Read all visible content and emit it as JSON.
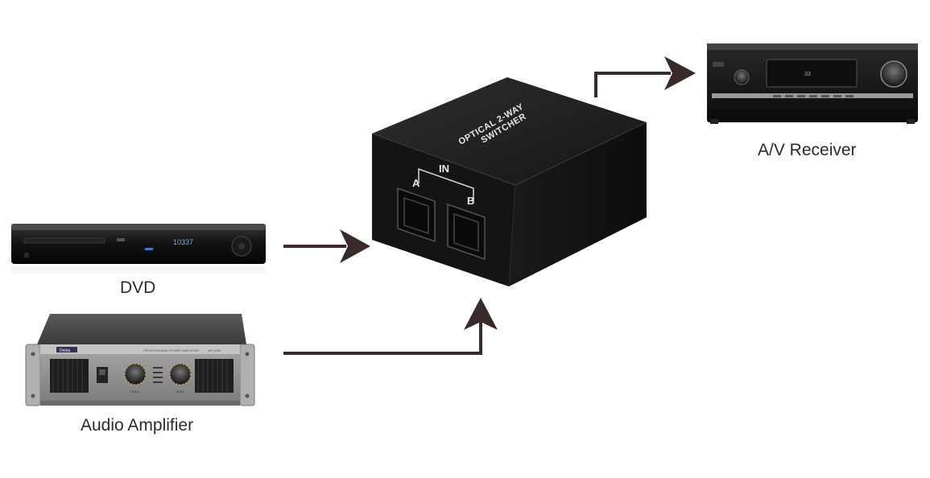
{
  "labels": {
    "receiver": "A/V Receiver",
    "dvd": "DVD",
    "amplifier": "Audio Amplifier"
  },
  "switcher": {
    "title_line1": "OPTICAL 2-WAY",
    "title_line2": "SWITCHER",
    "in_label": "IN",
    "port_a": "A",
    "port_b": "B"
  },
  "dvd_player": {
    "display_text": "10337"
  },
  "receiver_device": {
    "display_text": "33"
  },
  "amplifier_device": {
    "brand": "Denia",
    "model": "MP-1000",
    "header_text": "PROFESSIONAL POWER AMPLIFIER",
    "knob_left": "CH-1",
    "knob_right": "CH-2"
  },
  "colors": {
    "arrow": "#3a2a2a",
    "device_body": "#1c1c1c",
    "amp_face": "#8c8c8c"
  }
}
